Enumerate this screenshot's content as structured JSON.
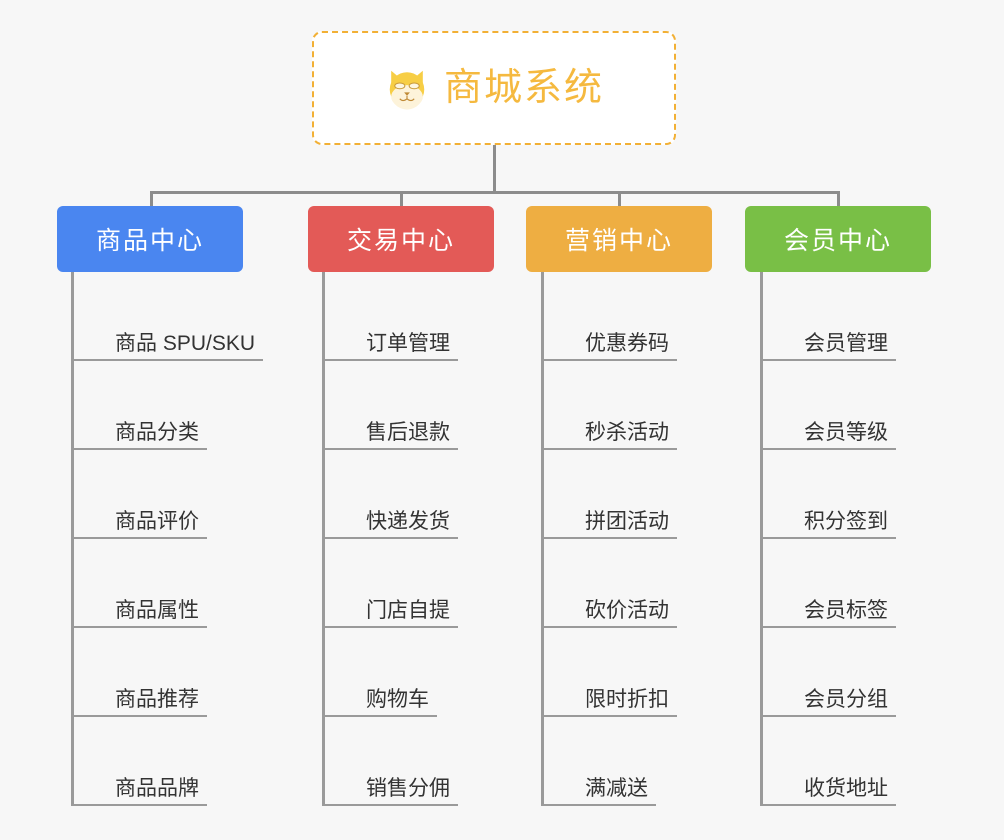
{
  "page": {
    "background_color": "#f7f7f7",
    "type": "org-chart"
  },
  "root": {
    "title": "商城系统",
    "icon": "shiba-dog-face-icon",
    "border_color": "#f2b035",
    "text_color": "#f5b93f",
    "background_color": "#ffffff"
  },
  "connector": {
    "color": "#8c8c8c"
  },
  "categories": [
    {
      "label": "商品中心",
      "color": "#4a86f0",
      "items": [
        "商品 SPU/SKU",
        "商品分类",
        "商品评价",
        "商品属性",
        "商品推荐",
        "商品品牌"
      ]
    },
    {
      "label": "交易中心",
      "color": "#e35a57",
      "items": [
        "订单管理",
        "售后退款",
        "快递发货",
        "门店自提",
        "购物车",
        "销售分佣"
      ]
    },
    {
      "label": "营销中心",
      "color": "#eeae42",
      "items": [
        "优惠券码",
        "秒杀活动",
        "拼团活动",
        "砍价活动",
        "限时折扣",
        "满减送"
      ]
    },
    {
      "label": "会员中心",
      "color": "#79bf46",
      "items": [
        "会员管理",
        "会员等级",
        "积分签到",
        "会员标签",
        "会员分组",
        "收货地址"
      ]
    }
  ]
}
